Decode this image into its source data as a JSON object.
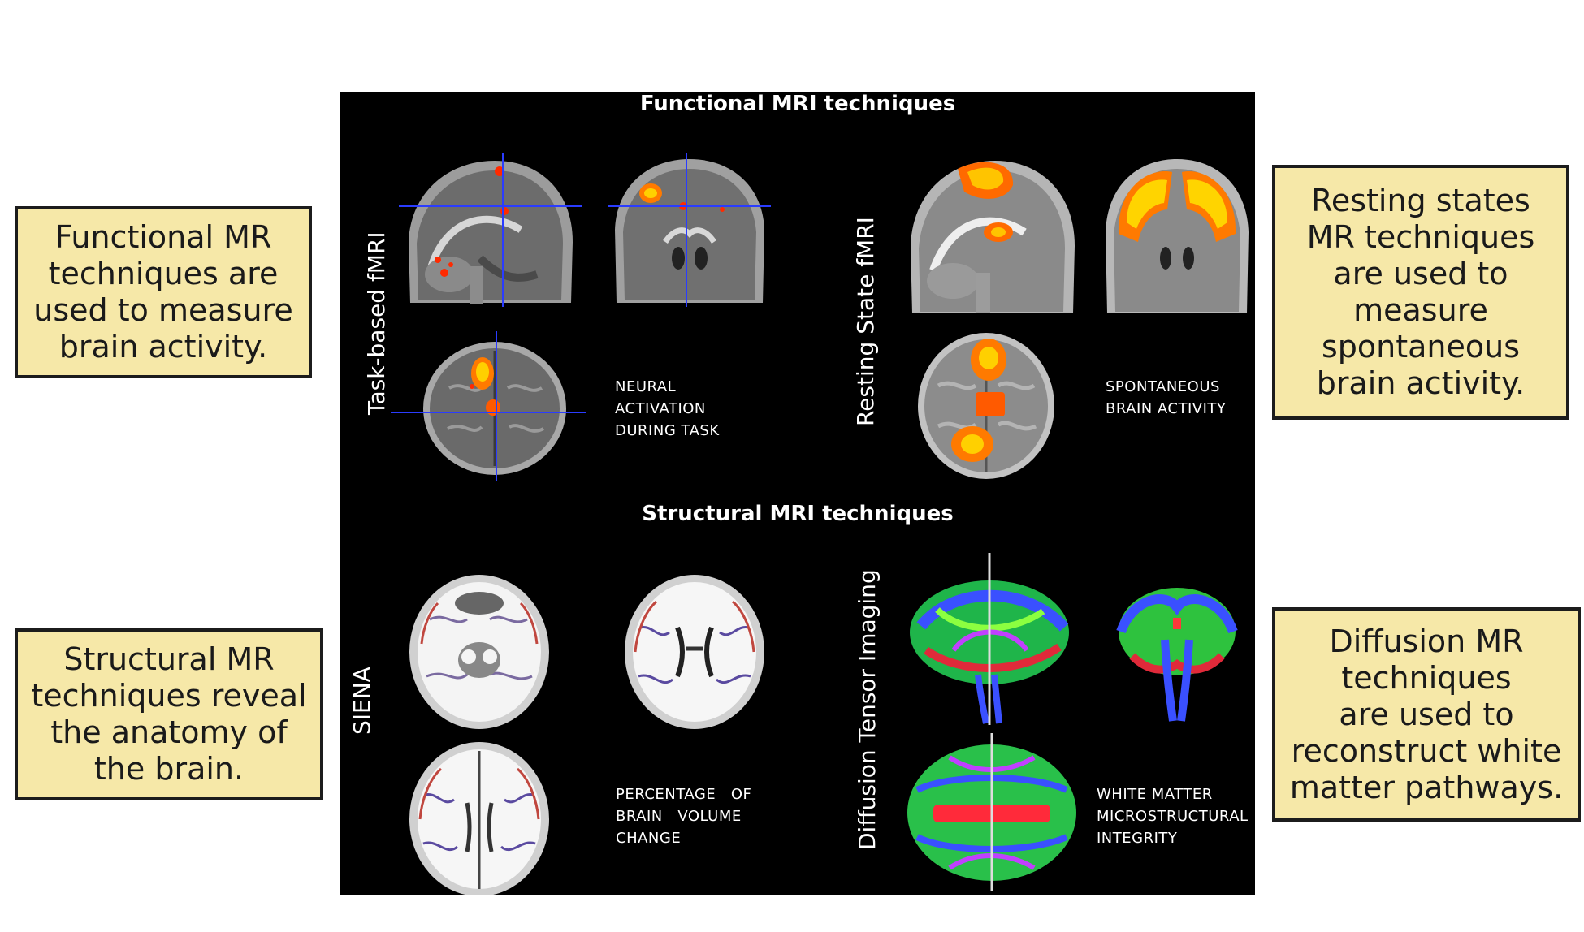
{
  "panel": {
    "functional_title": "Functional MRI techniques",
    "structural_title": "Structural MRI techniques",
    "labels": {
      "task_fmri": "Task-based fMRI",
      "resting_fmri": "Resting State fMRI",
      "siena": "SIENA",
      "dti": "Diffusion Tensor Imaging"
    },
    "captions": {
      "task": "NEURAL\nACTIVATION\nDURING TASK",
      "resting": "SPONTANEOUS\nBRAIN ACTIVITY",
      "siena": "PERCENTAGE   OF\nBRAIN   VOLUME\nCHANGE",
      "dti": "WHITE MATTER\nMICROSTRUCTURAL\nINTEGRITY"
    }
  },
  "callouts": {
    "functional": "Functional MR\ntechniques are\nused to measure\nbrain activity.",
    "resting": "Resting states\nMR techniques\nare used to\nmeasure\nspontaneous\nbrain activity.",
    "structural": "Structural MR\ntechniques reveal\nthe anatomy of\nthe brain.",
    "diffusion": "Diffusion MR\ntechniques\nare used to\nreconstruct white\nmatter pathways."
  },
  "colors": {
    "callout_fill": "#f6e8a8",
    "panel_bg": "#000000",
    "activation": "#ff5a00",
    "crosshair": "#2a3cff"
  }
}
